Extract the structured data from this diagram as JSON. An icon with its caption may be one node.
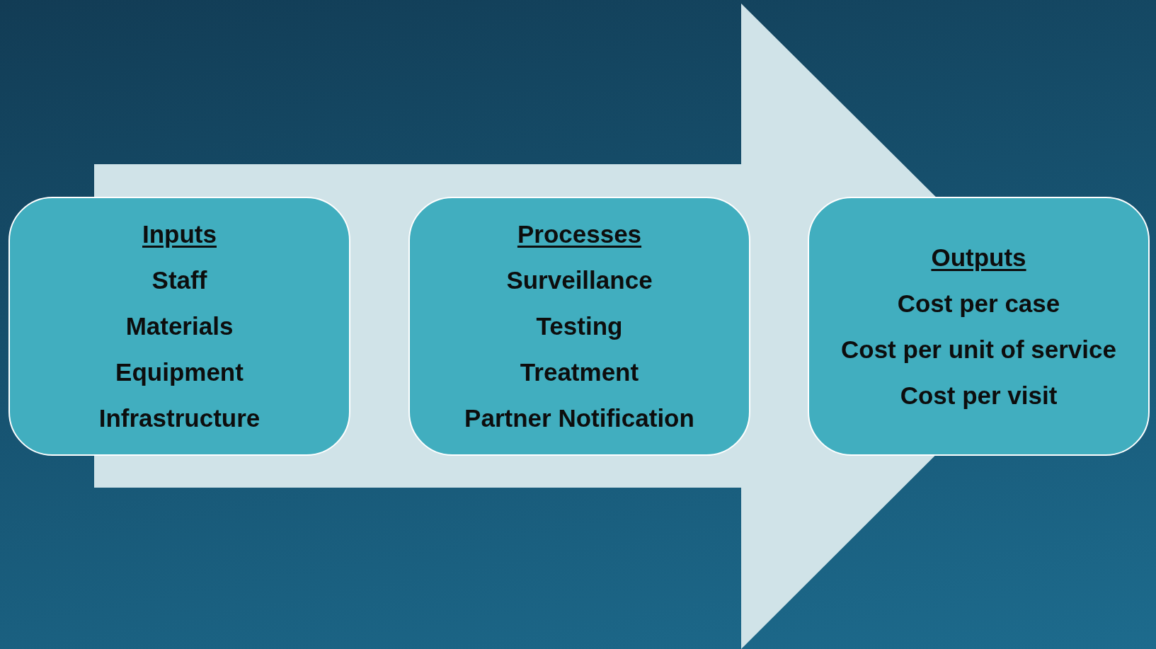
{
  "diagram": {
    "nodes": [
      {
        "text": [
          "Inputs",
          "Staff",
          "Materials",
          "Equipment",
          "Infrastructure"
        ]
      },
      {
        "text": [
          "Processes",
          "Surveillance",
          "Testing",
          "Treatment",
          "Partner Notification"
        ]
      },
      {
        "text": [
          "Outputs",
          "Cost per case",
          "Cost per unit of service",
          "Cost per visit"
        ]
      }
    ],
    "edges": [
      {
        "from": 0,
        "to": 2,
        "arrow": "to"
      }
    ]
  }
}
